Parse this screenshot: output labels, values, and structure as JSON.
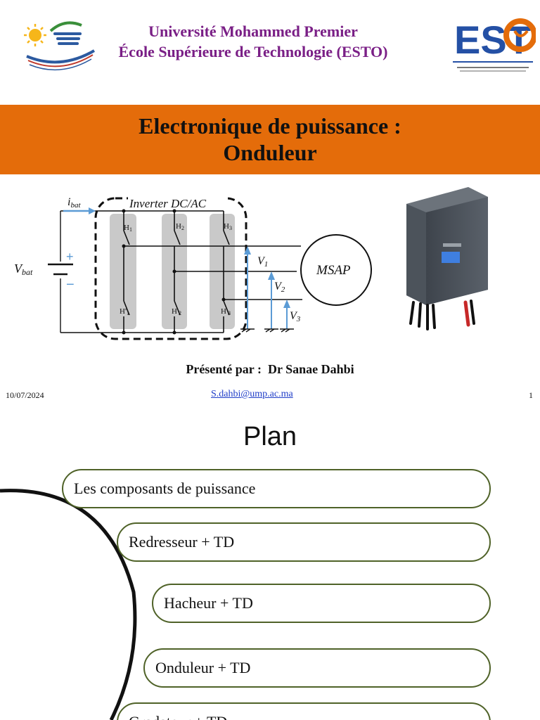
{
  "header": {
    "university_line1": "Université Mohammed Premier",
    "university_line2": "École Supérieure de Technologie (ESTO)",
    "logo_right_text": "EST"
  },
  "banner": {
    "title_line1": "Electronique de puissance :",
    "title_line2": "Onduleur"
  },
  "circuit": {
    "current_label": "i",
    "current_sub": "bat",
    "block_label": "Inverter DC/AC",
    "voltage_label": "V",
    "voltage_sub": "bat",
    "plus": "+",
    "minus": "−",
    "switches_top": [
      "H",
      "H",
      "H"
    ],
    "switches_top_sub": [
      "1",
      "2",
      "3"
    ],
    "switches_bottom": [
      "H'",
      "H'",
      "H'"
    ],
    "switches_bottom_sub": [
      "1",
      "2",
      "3"
    ],
    "phase_voltages": [
      "V",
      "V",
      "V"
    ],
    "phase_subs": [
      "1",
      "2",
      "3"
    ],
    "motor_label": "MSAP"
  },
  "presenter": {
    "label": "Présenté par :",
    "name": "Dr Sanae Dahbi"
  },
  "footer": {
    "date": "10/07/2024",
    "email": "S.dahbi@ump.ac.ma",
    "page": "1"
  },
  "plan": {
    "title": "Plan",
    "items": [
      "Les composants de puissance",
      "Redresseur + TD",
      "Hacheur + TD",
      "Onduleur + TD",
      "Gradateur + TD"
    ]
  },
  "colors": {
    "banner": "#e46c0a",
    "university_text": "#7a1f86",
    "plan_border": "#4f6228",
    "diagram_blue": "#5b9bd5",
    "link": "#1f3dc8"
  }
}
